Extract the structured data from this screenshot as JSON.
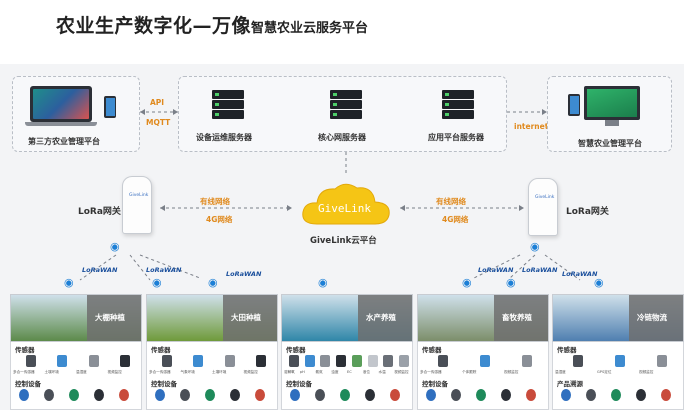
{
  "title": {
    "main": "农业生产数字化—万像",
    "sub": "智慧农业云服务平台"
  },
  "top": {
    "left_platform": "第三方农业管理平台",
    "right_platform": "智慧农业管理平台",
    "servers": [
      "设备运维服务器",
      "核心网服务器",
      "应用平台服务器"
    ],
    "protocols": {
      "api": "API",
      "mqtt": "MQTT",
      "internet": "internet"
    }
  },
  "middle": {
    "gateway_left": "LoRa网关",
    "gateway_right": "LoRa网关",
    "link_wired": "有线网络",
    "link_4g": "4G网络",
    "cloud_logo": "GiveLink",
    "cloud_label": "GiveLink云平台",
    "lorawan": "LoRaWAN"
  },
  "scenes": [
    {
      "name": "大棚种植",
      "color": "#5c8a4a",
      "sensor_title": "传感器",
      "sensors": [
        "多合一传感器",
        "土壤环境",
        "温湿度",
        "视频监控"
      ],
      "control_title": "控制设备"
    },
    {
      "name": "大田种植",
      "color": "#6f9a3a",
      "sensor_title": "传感器",
      "sensors": [
        "多合一传感器",
        "气象环境",
        "土壤环境",
        "视频监控"
      ],
      "control_title": "控制设备"
    },
    {
      "name": "水产养殖",
      "color": "#2f86a8",
      "sensor_title": "传感器",
      "sensors": [
        "溶解氧",
        "pH",
        "氨氮",
        "浊度",
        "EC",
        "液位",
        "水温",
        "视频监控"
      ],
      "control_title": "控制设备"
    },
    {
      "name": "畜牧养殖",
      "color": "#7c8e6a",
      "sensor_title": "传感器",
      "sensors": [
        "多合一传感器",
        "个体跟踪",
        "视频监控"
      ],
      "control_title": "控制设备"
    },
    {
      "name": "冷链物流",
      "color": "#4f7fb0",
      "sensor_title": "传感器",
      "sensors": [
        "温湿度",
        "GPS定位",
        "视频监控"
      ],
      "control_title": "产品溯源"
    }
  ]
}
